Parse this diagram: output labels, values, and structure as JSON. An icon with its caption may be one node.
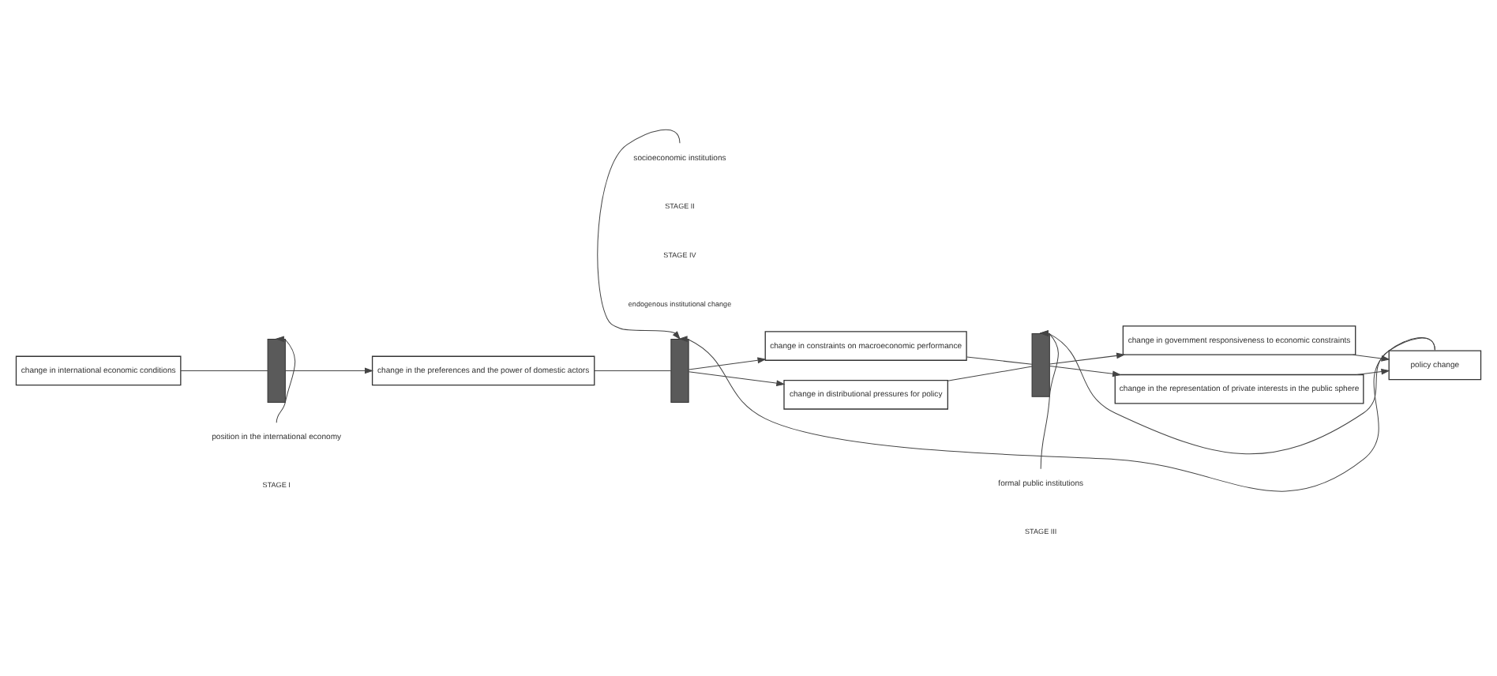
{
  "diagram": {
    "nodes": [
      {
        "text": [
          "change in international economic conditions"
        ]
      },
      {
        "text": [],
        "shape": "bar"
      },
      {
        "text": [
          "change in the preferences and the power of domestic actors"
        ]
      },
      {
        "text": [],
        "shape": "bar"
      },
      {
        "text": [
          "change in constraints on macroeconomic performance"
        ]
      },
      {
        "text": [
          "change in distributional pressures for policy"
        ]
      },
      {
        "text": [],
        "shape": "bar"
      },
      {
        "text": [
          "change in government responsiveness to economic constraints"
        ]
      },
      {
        "text": [
          "change in the representation of private interests in the public sphere"
        ]
      },
      {
        "text": [
          "policy change"
        ]
      },
      {
        "text": [
          "position in the international economy"
        ]
      },
      {
        "text": [
          "socioeconomic institutions"
        ]
      },
      {
        "text": [
          "formal public institutions"
        ]
      }
    ],
    "edges": [
      {
        "from": 0,
        "to": 1,
        "arrow": "none"
      },
      {
        "from": 1,
        "to": 2,
        "arrow": "to"
      },
      {
        "from": 2,
        "to": 3,
        "arrow": "none"
      },
      {
        "from": 3,
        "to": 4,
        "arrow": "to"
      },
      {
        "from": 3,
        "to": 5,
        "arrow": "to"
      },
      {
        "from": 4,
        "to": 6,
        "arrow": "none"
      },
      {
        "from": 5,
        "to": 6,
        "arrow": "none"
      },
      {
        "from": 6,
        "to": 7,
        "arrow": "to"
      },
      {
        "from": 6,
        "to": 8,
        "arrow": "to"
      },
      {
        "from": 7,
        "to": 9,
        "arrow": "to"
      },
      {
        "from": 8,
        "to": 9,
        "arrow": "to"
      },
      {
        "from": 9,
        "to": 3,
        "arrow": "to"
      },
      {
        "from": 9,
        "to": 6,
        "arrow": "to"
      },
      {
        "from": 10,
        "to": 1,
        "arrow": "to"
      },
      {
        "from": 11,
        "to": 3,
        "arrow": "to"
      },
      {
        "from": 12,
        "to": 6,
        "arrow": "to"
      }
    ],
    "labels": [
      "STAGE IV",
      "endogenous institutional change",
      "STAGE I",
      "STAGE II",
      "STAGE III"
    ]
  }
}
